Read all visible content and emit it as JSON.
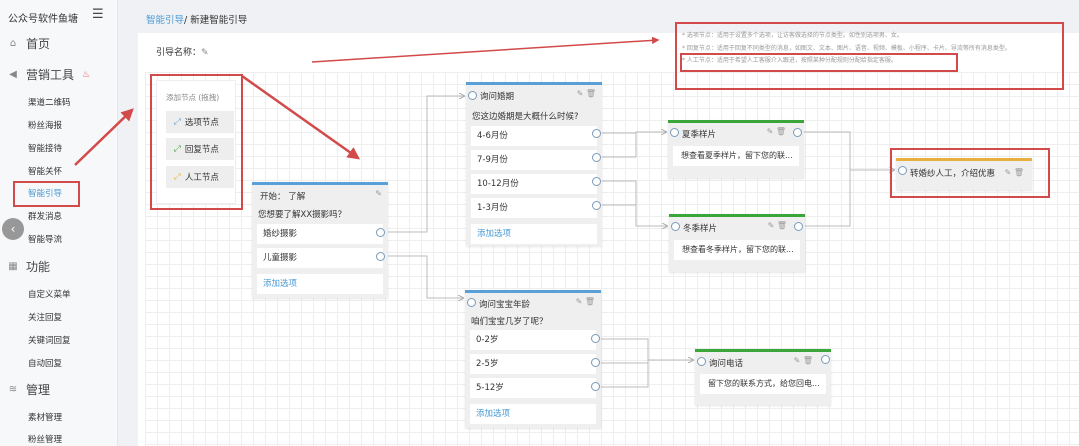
{
  "sidebar": {
    "brand": "公众号软件鱼塘",
    "sections": [
      {
        "label": "首页",
        "icon": "home-icon"
      },
      {
        "label": "营销工具",
        "icon": "megaphone-icon",
        "items": [
          "渠道二维码",
          "粉丝海报",
          "智能接待",
          "智能关怀",
          "智能引导",
          "群发消息",
          "智能导流"
        ]
      },
      {
        "label": "功能",
        "icon": "grid-icon",
        "items": [
          "自定义菜单",
          "关注回复",
          "关键词回复",
          "自动回复"
        ]
      },
      {
        "label": "管理",
        "icon": "stack-icon",
        "items": [
          "素材管理",
          "粉丝管理"
        ]
      }
    ],
    "active": "智能引导"
  },
  "breadcrumb": {
    "parent": "智能引导",
    "sep": "/ ",
    "current": "新建智能引导"
  },
  "guide_name_label": "引导名称：",
  "tips": [
    "* 选项节点：适用于设置多个选项，让访客做选择的节点类型。如性别选项男、女。",
    "* 回复节点：适用于回复不同类型的消息，如图文、文本、图片、语音、视频、模板、小程序、卡片、导流等所有消息类型。",
    "* 人工节点：适用于希望人工客服介入跟进，按照某种分配规则分配给指定客服。"
  ],
  "palette": {
    "title": "添加节点 (拖拽)",
    "items": [
      "选项节点",
      "回复节点",
      "人工节点"
    ]
  },
  "nodes": {
    "start": {
      "title": "开始： 了解",
      "question": "您想要了解XX摄影吗？",
      "options": [
        "婚纱摄影",
        "儿童摄影"
      ],
      "add": "添加选项"
    },
    "wedding": {
      "title": "询问婚期",
      "question": "您这边婚期是大概什么时候?",
      "options": [
        "4-6月份",
        "7-9月份",
        "10-12月份",
        "1-3月份"
      ],
      "add": "添加选项"
    },
    "baby": {
      "title": "询问宝宝年龄",
      "question": "咱们宝宝几岁了呢？",
      "options": [
        "0-2岁",
        "2-5岁",
        "5-12岁"
      ],
      "add": "添加选项"
    },
    "summer": {
      "title": "夏季样片",
      "message": "想查看夏季样片，留下您的联..."
    },
    "winter": {
      "title": "冬季样片",
      "message": "想查看冬季样片，留下您的联..."
    },
    "manual": {
      "title": "转婚纱人工，介绍优惠"
    },
    "phone": {
      "title": "询问电话",
      "message": "留下您的联系方式，给您回电..."
    }
  },
  "colors": {
    "option": "#5a9fd6",
    "reply": "#3aa63a",
    "manual": "#e8b040",
    "annotation": "#d24a4a"
  }
}
